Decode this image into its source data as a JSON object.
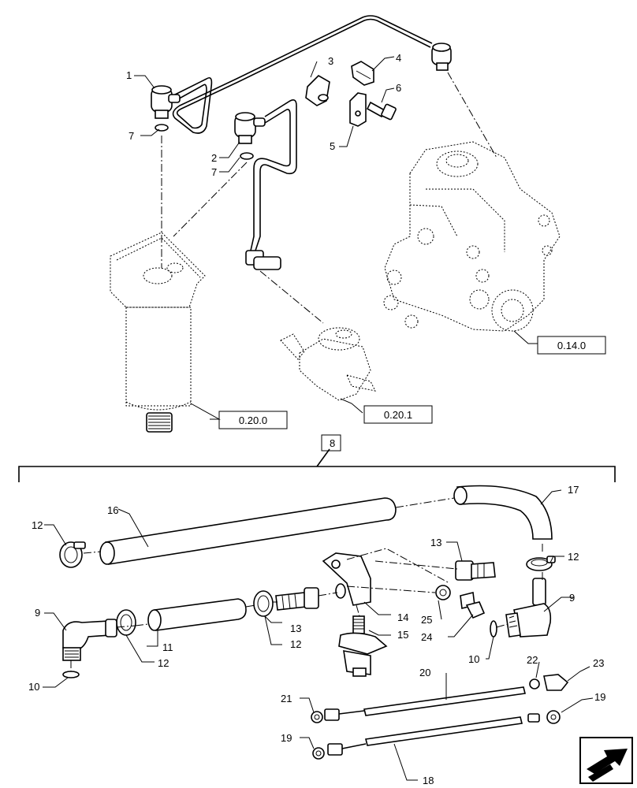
{
  "callouts": {
    "c1": "1",
    "c2": "2",
    "c3": "3",
    "c4": "4",
    "c5": "5",
    "c6": "6",
    "c7a": "7",
    "c7b": "7",
    "c8": "8",
    "c9a": "9",
    "c9b": "9",
    "c10a": "10",
    "c10b": "10",
    "c11": "11",
    "c12a": "12",
    "c12b": "12",
    "c12c": "12",
    "c12d": "12",
    "c13a": "13",
    "c13b": "13",
    "c14": "14",
    "c15": "15",
    "c16": "16",
    "c17": "17",
    "c18": "18",
    "c19a": "19",
    "c19b": "19",
    "c20": "20",
    "c21": "21",
    "c22": "22",
    "c23": "23",
    "c24": "24",
    "c25": "25"
  },
  "references": {
    "filter": "0.20.0",
    "lift_pump": "0.20.1",
    "injection_pump": "0.14.0"
  },
  "icons": {
    "navigation": "arrow-icon"
  }
}
